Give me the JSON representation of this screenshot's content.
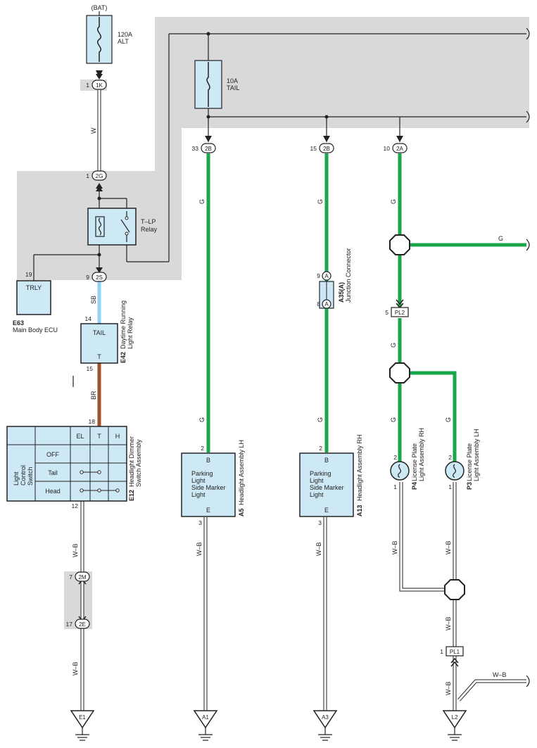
{
  "battery": {
    "label": "(BAT)"
  },
  "fuses": {
    "alt": {
      "rating": "120A",
      "name": "ALT"
    },
    "tail": {
      "rating": "10A",
      "name": "TAIL"
    }
  },
  "connectors": {
    "c1K": {
      "code": "1K",
      "pin": "1"
    },
    "c2G": {
      "code": "2G",
      "pin": "1"
    },
    "c2S": {
      "code": "2S",
      "pin": "9"
    },
    "c2B_33": {
      "code": "2B",
      "pin": "33"
    },
    "c2B_15": {
      "code": "2B",
      "pin": "15"
    },
    "c2A": {
      "code": "2A",
      "pin": "10"
    },
    "c2M": {
      "code": "2M",
      "pin": "7"
    },
    "c2E": {
      "code": "2E",
      "pin": "17"
    },
    "cPL2": {
      "code": "PL2",
      "pin": "5"
    },
    "cPL1": {
      "code": "PL1",
      "pin": "1"
    },
    "a9": {
      "code": "A",
      "pin": "9"
    },
    "a8": {
      "code": "A",
      "pin": "8"
    }
  },
  "relay": {
    "line1": "T–LP",
    "line2": "Relay"
  },
  "ecu": {
    "code": "E63",
    "name": "Main Body ECU",
    "terminal": "TRLY",
    "pin": "19"
  },
  "drl_relay": {
    "code": "E42",
    "line1": "Daytime Running",
    "line2": "Light Relay",
    "t_top": "TAIL",
    "t_bot": "T",
    "pin_top": "14",
    "pin_bot": "15"
  },
  "switch": {
    "code": "E12",
    "line1": "Headlight Dimmer",
    "line2": "Switch Assembly",
    "side_label": [
      "Light",
      "Control",
      "Switch"
    ],
    "cols": [
      "EL",
      "T",
      "H"
    ],
    "rows": [
      "OFF",
      "Tail",
      "Head"
    ],
    "pin_top": "18",
    "pin_bot": "12"
  },
  "headlight_lh": {
    "code": "A5",
    "name": "Headlight Assembly LH",
    "lines": [
      "Parking",
      "Light",
      "Side Marker",
      "Light"
    ],
    "t_top": "B",
    "t_bot": "E",
    "pin_top": "2",
    "pin_bot": "3"
  },
  "headlight_rh": {
    "code": "A13",
    "name": "Headlight Assembly RH",
    "lines": [
      "Parking",
      "Light",
      "Side Marker",
      "Light"
    ],
    "t_top": "B",
    "t_bot": "E",
    "pin_top": "2",
    "pin_bot": "3"
  },
  "junction": {
    "code": "A35(A)",
    "name": "Junction Connector"
  },
  "license_rh": {
    "code": "P4",
    "line1": "License Plate",
    "line2": "Light Assembly RH",
    "pin_top": "2",
    "pin_bot": "1"
  },
  "license_lh": {
    "code": "P3",
    "line1": "License Plate",
    "line2": "Light Assembly LH",
    "pin_top": "2",
    "pin_bot": "1"
  },
  "wires": {
    "w": "W",
    "g": "G",
    "sb": "SB",
    "br": "BR",
    "wb": "W–B"
  },
  "grounds": {
    "e1": "E1",
    "a1": "A1",
    "a3": "A3",
    "l2": "L2"
  },
  "colors": {
    "green": "#1aa64b",
    "blue": "#8fd3f4",
    "brown": "#a0522d",
    "grey": "#d9d9d9",
    "box": "#cde9f6"
  }
}
